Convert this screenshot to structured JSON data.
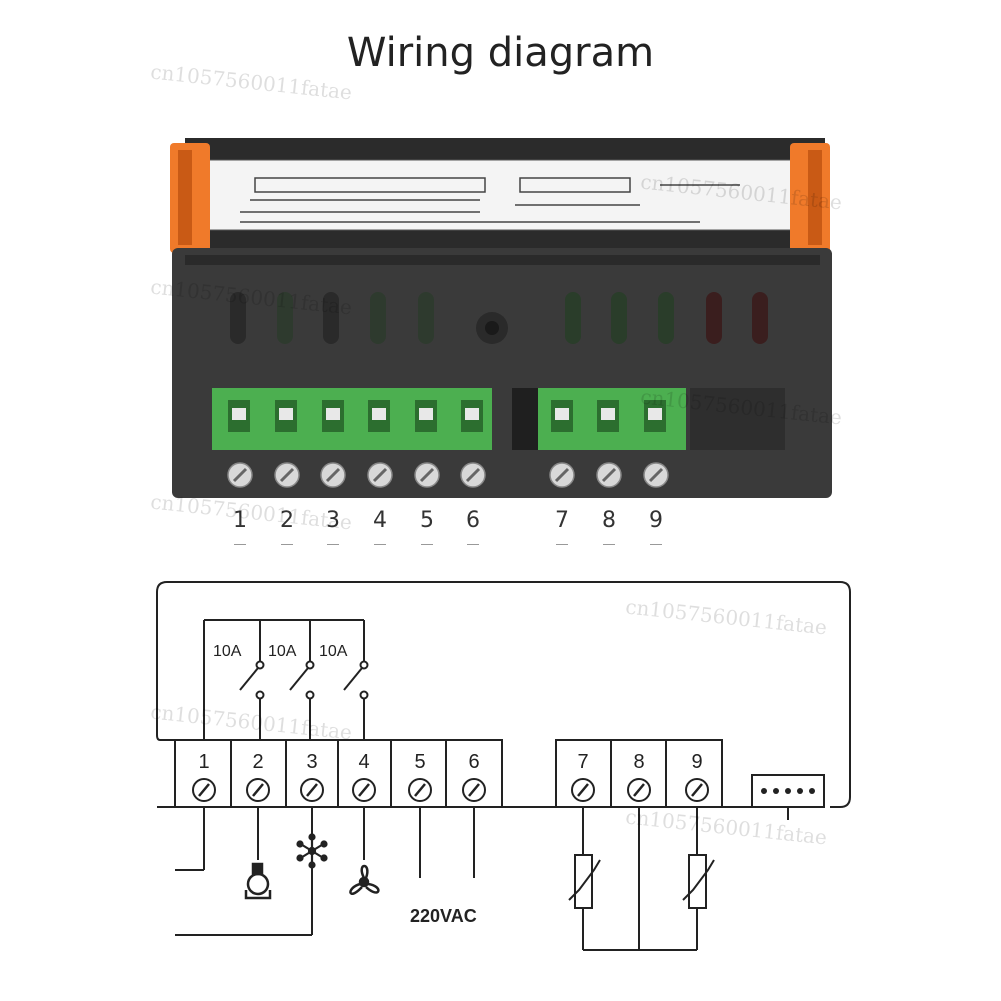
{
  "title": "Wiring diagram",
  "photo_terminal_numbers": [
    "1",
    "2",
    "3",
    "4",
    "5",
    "6",
    "7",
    "8",
    "9"
  ],
  "schematic": {
    "terminal_labels": [
      "1",
      "2",
      "3",
      "4",
      "5",
      "6",
      "7",
      "8",
      "9"
    ],
    "relay_ratings": [
      "10A",
      "10A",
      "10A"
    ],
    "supply_label": "220VAC",
    "icons": [
      "heater-icon",
      "snowflake-icon",
      "fan-icon",
      "sensor-port-icon"
    ]
  },
  "watermark": "cn1057560011fatae",
  "colors": {
    "terminal_green": "#4caf50",
    "housing": "#3a3a3a",
    "clip_orange": "#f07a2a"
  }
}
